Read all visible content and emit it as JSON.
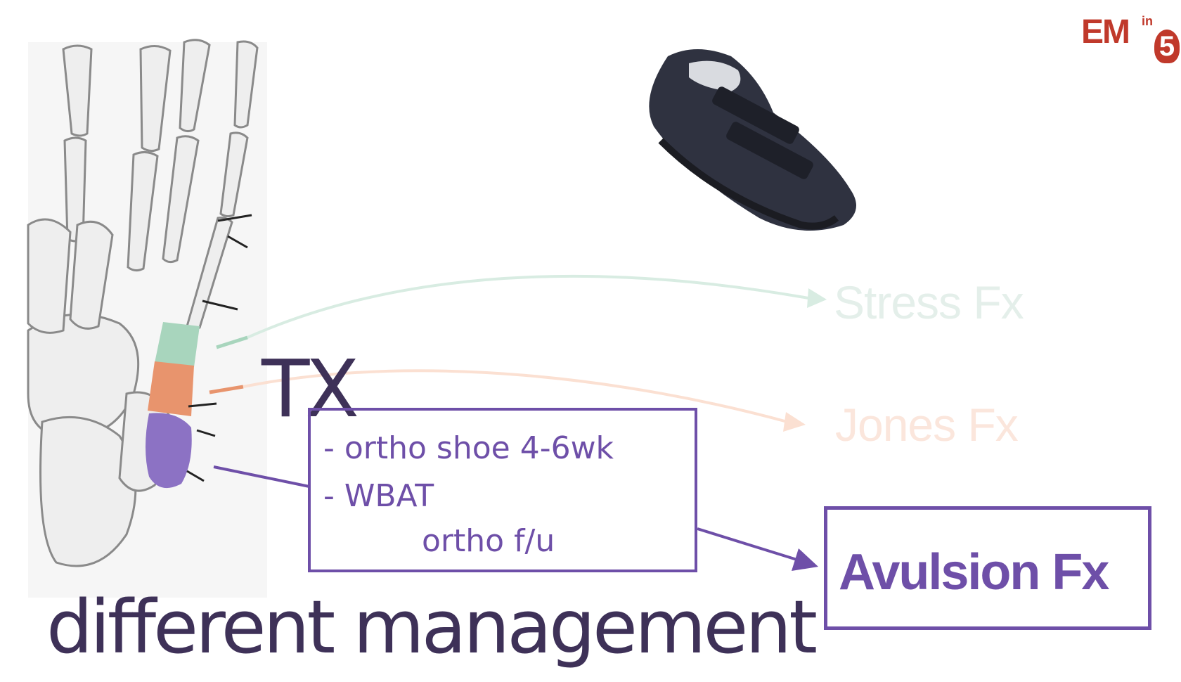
{
  "logo": {
    "em": "EM",
    "in": "in",
    "five": "5"
  },
  "labels": {
    "stress": "Stress Fx",
    "jones": "Jones Fx",
    "avulsion": "Avulsion Fx"
  },
  "treatment": {
    "heading": "TX",
    "lines": [
      "- ortho shoe 4-6wk",
      "- WBAT",
      "ortho f/u"
    ]
  },
  "caption": "different management",
  "colors": {
    "purple": "#6e4fa8",
    "dark_purple": "#3e3158",
    "zone_stress": "#a8d5bd",
    "zone_jones": "#e8946d",
    "zone_avulsion": "#8c72c4"
  },
  "images": {
    "foot": "foot-bones-illustration",
    "shoe": "post-op-ortho-shoe"
  }
}
